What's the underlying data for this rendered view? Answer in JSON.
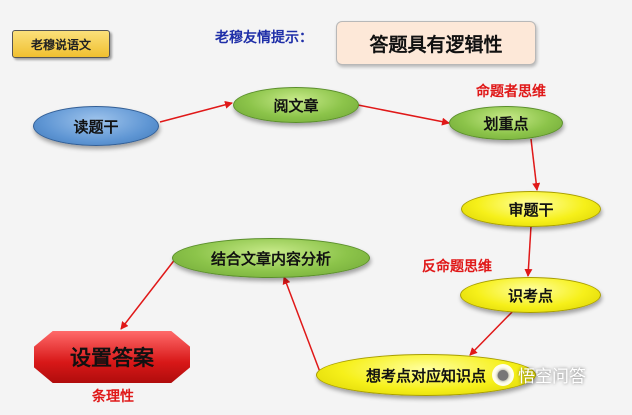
{
  "badge": {
    "label": "老穆说语文"
  },
  "hint": {
    "label": "老穆友情提示：",
    "box_text": "答题具有逻辑性"
  },
  "nodes": {
    "read_stem": "读题干",
    "read_text": "阅文章",
    "mark_points": "划重点",
    "review_stem": "审题干",
    "identify_points": "识考点",
    "think_knowledge": "想考点对应知识点",
    "combine_analysis": "结合文章内容分析",
    "set_answer": "设置答案"
  },
  "annotations": {
    "setter_thinking": "命题者思维",
    "counter_thinking": "反命题思维",
    "logic": "条理性"
  },
  "watermark": {
    "text": "悟空问答"
  },
  "colors": {
    "arrow": "#e01818",
    "green_node": "#8cc44a",
    "yellow_node": "#f6f01a",
    "blue_node": "#5f96d4",
    "answer_node": "#d81818",
    "hint_text": "#1f2fa8",
    "annotation_text": "#e01818"
  }
}
